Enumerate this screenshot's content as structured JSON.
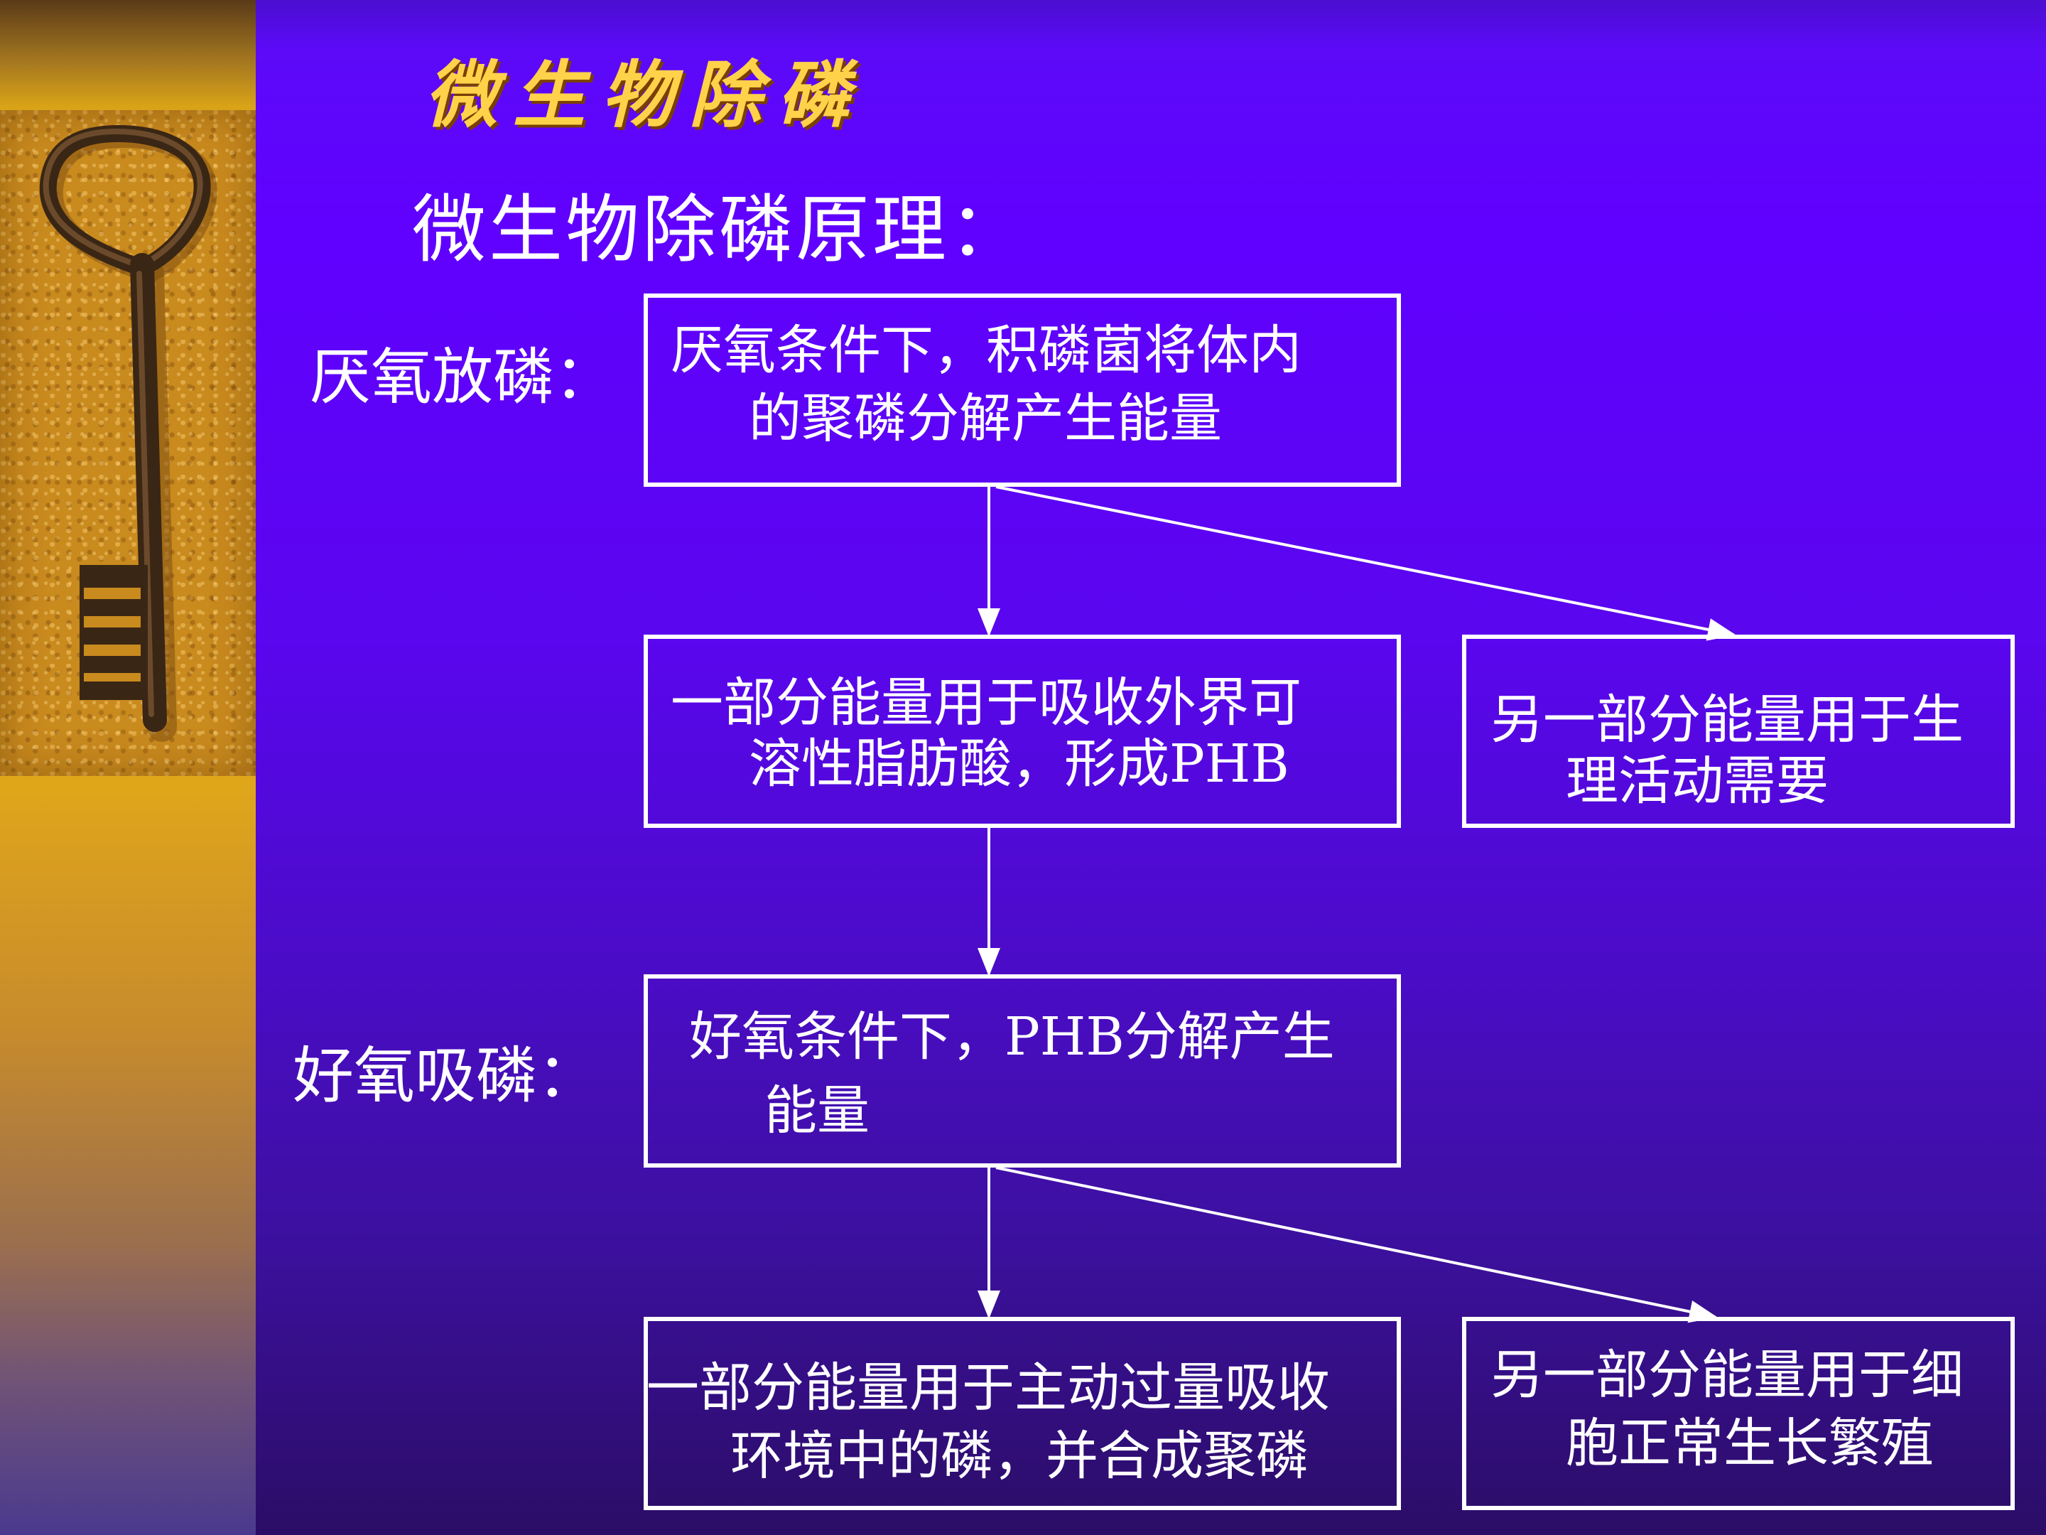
{
  "title": "微生物除磷",
  "subtitle": "微生物除磷原理：",
  "labels": {
    "anaerobic": "厌氧放磷：",
    "aerobic": "好氧吸磷："
  },
  "boxes": {
    "b1": {
      "line1": "厌氧条件下，积磷菌将体内",
      "line2": "的聚磷分解产生能量"
    },
    "b2": {
      "line1": "一部分能量用于吸收外界可",
      "line2": "溶性脂肪酸，形成PHB"
    },
    "b3": {
      "line1": "另一部分能量用于生",
      "line2": "理活动需要"
    },
    "b4": {
      "line1": "好氧条件下，PHB分解产生",
      "line2": "能量"
    },
    "b5": {
      "line1": "一部分能量用于主动过量吸收",
      "line2": "环境中的磷，并合成聚磷"
    },
    "b6": {
      "line1": "另一部分能量用于细",
      "line2": "胞正常生长繁殖"
    }
  },
  "colors": {
    "background": "#5c0af8",
    "title": "#ffd24a",
    "sidebar": "#e0a61a",
    "text": "#ffffff"
  },
  "icons": {
    "key_image": "key-icon"
  }
}
